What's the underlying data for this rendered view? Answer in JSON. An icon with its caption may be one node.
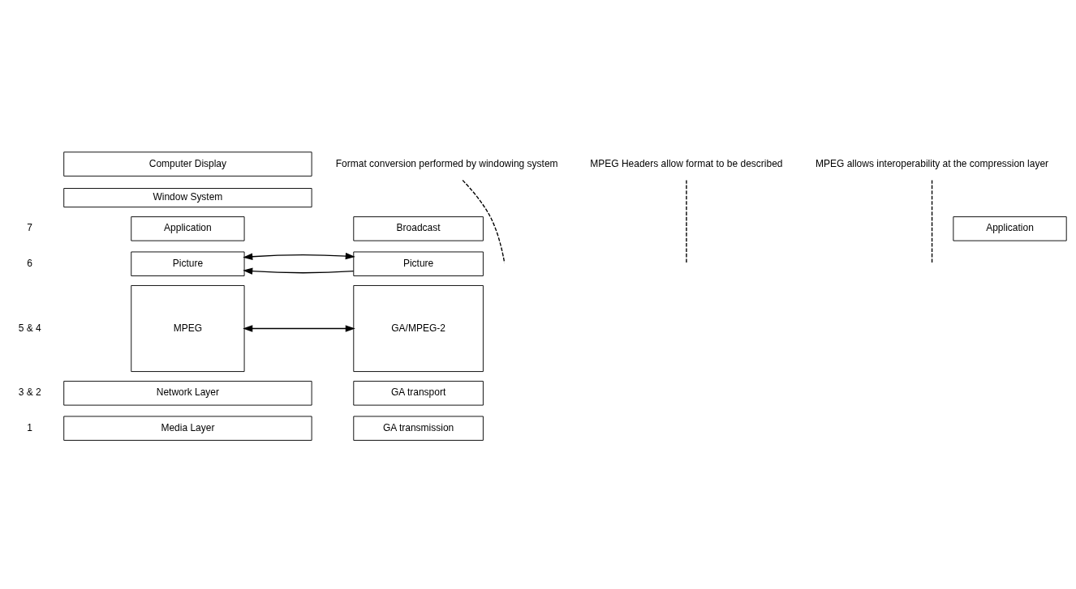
{
  "diagram": {
    "nodes": [
      {
        "text": [
          "Broadcast"
        ]
      },
      {
        "text": [
          "Picture"
        ]
      },
      {
        "text": [
          "GA/MPEG-2"
        ]
      },
      {
        "text": [
          "GA transport"
        ]
      },
      {
        "text": [
          "GA transmission"
        ]
      },
      {
        "text": [
          "Computer Display"
        ]
      },
      {
        "text": [
          "Window System"
        ]
      },
      {
        "text": [
          "Application"
        ]
      },
      {
        "text": [
          "Application"
        ]
      },
      {
        "text": [
          "Picture"
        ]
      },
      {
        "text": [
          "MPEG"
        ]
      },
      {
        "text": [
          "Network Layer"
        ]
      },
      {
        "text": [
          "Media Layer"
        ]
      },
      {
        "text": [
          "Format conversion performed by windowing system"
        ]
      },
      {
        "text": [
          "MPEG Headers allow format to be described"
        ]
      },
      {
        "text": [
          "MPEG allows interoperability at the compression layer"
        ]
      }
    ],
    "edges": [
      {
        "from": 1,
        "to": 9,
        "arrow": "to"
      },
      {
        "from": 1,
        "to": 9,
        "arrow": "both"
      },
      {
        "from": 2,
        "to": 10,
        "arrow": "both"
      },
      {
        "from": 13,
        "to": null,
        "arrow": "none",
        "style": "dashed"
      },
      {
        "from": 14,
        "to": null,
        "arrow": "none",
        "style": "dashed"
      },
      {
        "from": 15,
        "to": null,
        "arrow": "none",
        "style": "dashed"
      }
    ],
    "labels": [
      "7",
      "6",
      "5 & 4",
      "3 & 2",
      "1"
    ]
  }
}
